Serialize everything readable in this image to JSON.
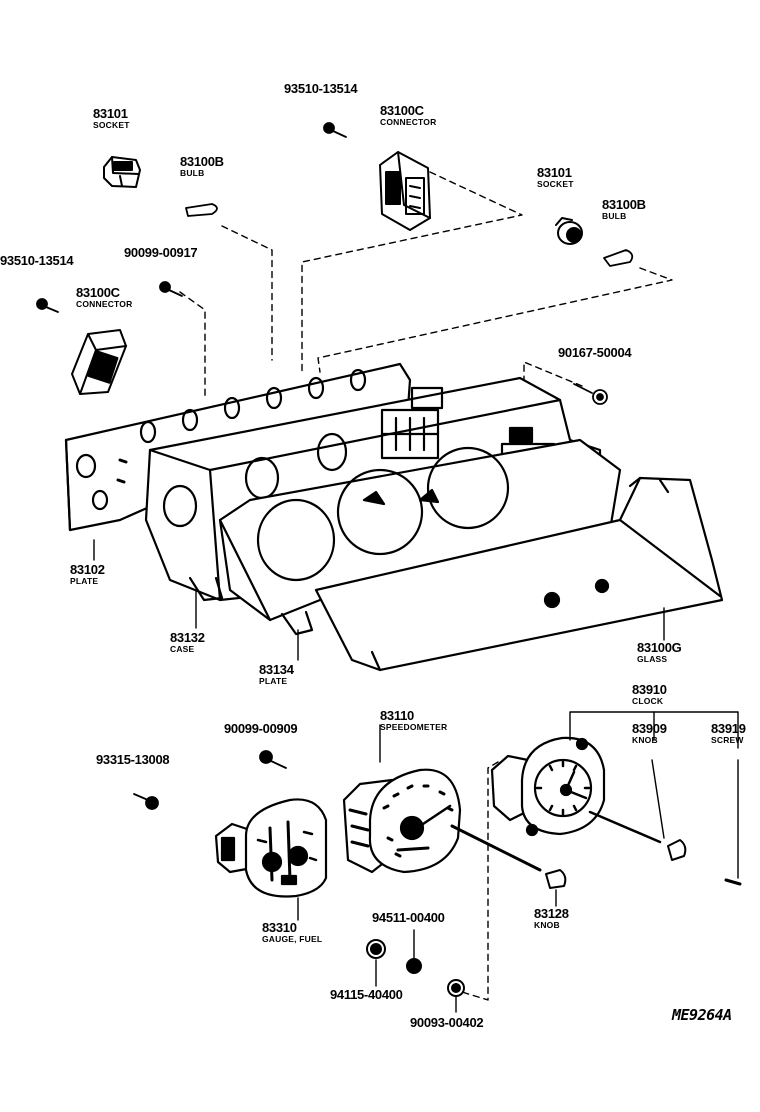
{
  "parts": [
    {
      "id": "p1",
      "number": "93510-13514",
      "name": ""
    },
    {
      "id": "p2",
      "number": "83101",
      "name": "SOCKET"
    },
    {
      "id": "p3",
      "number": "83100C",
      "name": "CONNECTOR"
    },
    {
      "id": "p4",
      "number": "83100B",
      "name": "BULB"
    },
    {
      "id": "p5",
      "number": "83101",
      "name": "SOCKET"
    },
    {
      "id": "p6",
      "number": "83100B",
      "name": "BULB"
    },
    {
      "id": "p7",
      "number": "93510-13514",
      "name": ""
    },
    {
      "id": "p8",
      "number": "90099-00917",
      "name": ""
    },
    {
      "id": "p9",
      "number": "83100C",
      "name": "CONNECTOR"
    },
    {
      "id": "p10",
      "number": "90167-50004",
      "name": ""
    },
    {
      "id": "p11",
      "number": "83102",
      "name": "PLATE"
    },
    {
      "id": "p12",
      "number": "83132",
      "name": "CASE"
    },
    {
      "id": "p13",
      "number": "83134",
      "name": "PLATE"
    },
    {
      "id": "p14",
      "number": "83100G",
      "name": "GLASS"
    },
    {
      "id": "p15",
      "number": "83910",
      "name": "CLOCK"
    },
    {
      "id": "p16",
      "number": "83909",
      "name": "KNOB"
    },
    {
      "id": "p17",
      "number": "83919",
      "name": "SCREW"
    },
    {
      "id": "p18",
      "number": "83110",
      "name": "SPEEDOMETER"
    },
    {
      "id": "p19",
      "number": "90099-00909",
      "name": ""
    },
    {
      "id": "p20",
      "number": "93315-13008",
      "name": ""
    },
    {
      "id": "p21",
      "number": "83310",
      "name": "GAUGE, FUEL"
    },
    {
      "id": "p22",
      "number": "94511-00400",
      "name": ""
    },
    {
      "id": "p23",
      "number": "83128",
      "name": "KNOB"
    },
    {
      "id": "p24",
      "number": "94115-40400",
      "name": ""
    },
    {
      "id": "p25",
      "number": "90093-00402",
      "name": ""
    }
  ],
  "diagram_code": "ME9264A"
}
